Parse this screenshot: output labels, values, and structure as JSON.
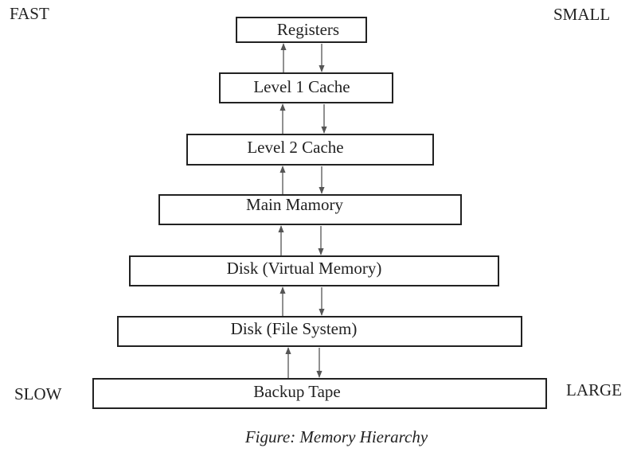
{
  "corners": {
    "top_left": "FAST",
    "top_right": "SMALL",
    "bottom_left": "SLOW",
    "bottom_right": "LARGE"
  },
  "levels": [
    "Registers",
    "Level 1 Cache",
    "Level 2 Cache",
    "Main Mamory",
    "Disk (Virtual Memory)",
    "Disk (File System)",
    "Backup Tape"
  ],
  "caption": "Figure: Memory Hierarchy",
  "colors": {
    "line": "#222222",
    "arrow": "#555555"
  }
}
